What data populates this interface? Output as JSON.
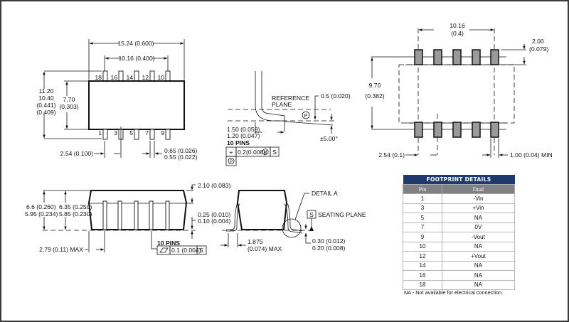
{
  "top_view": {
    "pin_labels_top": [
      "18",
      "16",
      "14",
      "12",
      "10"
    ],
    "pin_labels_bottom": [
      "1",
      "3",
      "5",
      "7",
      "9"
    ],
    "overall_width": "15.24 (0.600)",
    "pin_span": "10.16 (0.400)",
    "height_max_mm": "11.20",
    "height_min_mm": "10.40",
    "height_max_in": "(0.441)",
    "height_min_in": "(0.409)",
    "body_height_mm": "7.70",
    "body_height_in": "(0.303)",
    "pitch": "2.54 (0.100)",
    "lead_width_max": "0.65 (0.026)",
    "lead_width_min": "0.55 (0.022)"
  },
  "lead_detail": {
    "reference_plane_1": "REFERENCE",
    "reference_plane_2": "PLANE",
    "offset": "0.5 (0.020)",
    "angle": "±5.00°",
    "foot_max": "1.50 (0.059)",
    "foot_min": "1.20 (0.047)",
    "pins_note": "10 PINS",
    "tol_symbol": "⌖",
    "tol_value": "0.2(0.008)",
    "tol_modifier": "M",
    "tol_datum": "S",
    "p_symbol": "P"
  },
  "footprint": {
    "pad_span_mm": "10.16",
    "pad_span_in": "(0.4)",
    "pad_len_mm": "2.00",
    "pad_len_in": "(0.079)",
    "row_span_mm": "9.70",
    "row_span_in": "(0.382)",
    "pitch": "2.54 (0.1)",
    "pad_width": "1.00 (0.04) MIN"
  },
  "side_view": {
    "total_h_max": "6.6 (0.260)",
    "total_h_min": "5.95 (0.234)",
    "body_h_max": "6.35 (0.250)",
    "body_h_min": "5.85 (0.230)",
    "top_offset": "2.10 (0.083)",
    "standoff_max": "0.25 (0.010)",
    "standoff_min": "0.10 (0.004)",
    "end_lead": "2.79 (0.11) MAX",
    "pins_note": "10 PINS",
    "coplanarity": "0.1 (0.004)",
    "datum": "S"
  },
  "end_view": {
    "detail": "DETAIL A",
    "seating_datum": "S",
    "seating_plane": "SEATING PLANE",
    "lead_span_1": "1.875",
    "lead_span_2": "(0.074) MAX",
    "thick_max": "0.30 (0.012)",
    "thick_min": "0.20 (0.008)"
  },
  "table": {
    "title": "FOOTPRINT DETAILS",
    "columns": [
      "Pin",
      "Dual"
    ],
    "rows": [
      [
        "1",
        "-Vin"
      ],
      [
        "3",
        "+Vin"
      ],
      [
        "5",
        "NA"
      ],
      [
        "7",
        "0V"
      ],
      [
        "9",
        "-Vout"
      ],
      [
        "10",
        "NA"
      ],
      [
        "12",
        "+Vout"
      ],
      [
        "14",
        "NA"
      ],
      [
        "16",
        "NA"
      ],
      [
        "18",
        "NA"
      ]
    ],
    "note": "NA - Not available for electrical connection."
  }
}
